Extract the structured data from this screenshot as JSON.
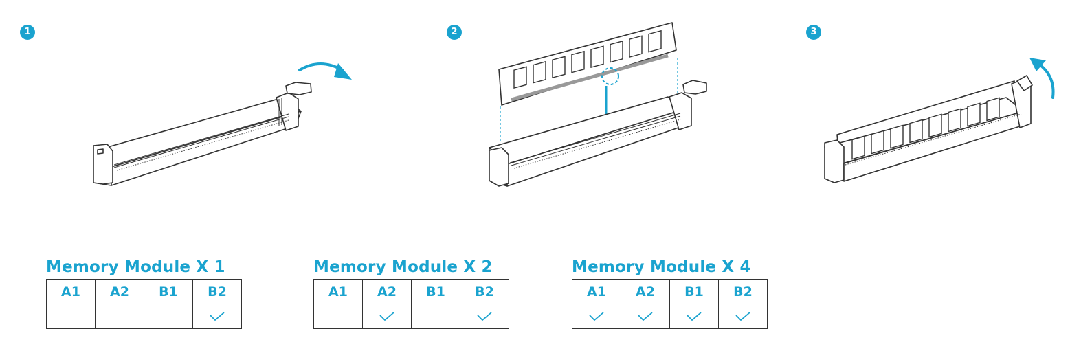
{
  "steps": [
    {
      "number": "1"
    },
    {
      "number": "2"
    },
    {
      "number": "3"
    }
  ],
  "colors": {
    "accent": "#1aa3cf",
    "line": "#333333"
  },
  "configurations": [
    {
      "title": "Memory Module X 1",
      "slots": [
        "A1",
        "A2",
        "B1",
        "B2"
      ],
      "populated": [
        false,
        false,
        false,
        true
      ]
    },
    {
      "title": "Memory Module X 2",
      "slots": [
        "A1",
        "A2",
        "B1",
        "B2"
      ],
      "populated": [
        false,
        true,
        false,
        true
      ]
    },
    {
      "title": "Memory Module X 4",
      "slots": [
        "A1",
        "A2",
        "B1",
        "B2"
      ],
      "populated": [
        true,
        true,
        true,
        true
      ]
    }
  ],
  "icons": {
    "populated_mark": "checkmark-icon",
    "open_latch": "curved-arrow-icon",
    "insert": "down-arrow-icon"
  }
}
